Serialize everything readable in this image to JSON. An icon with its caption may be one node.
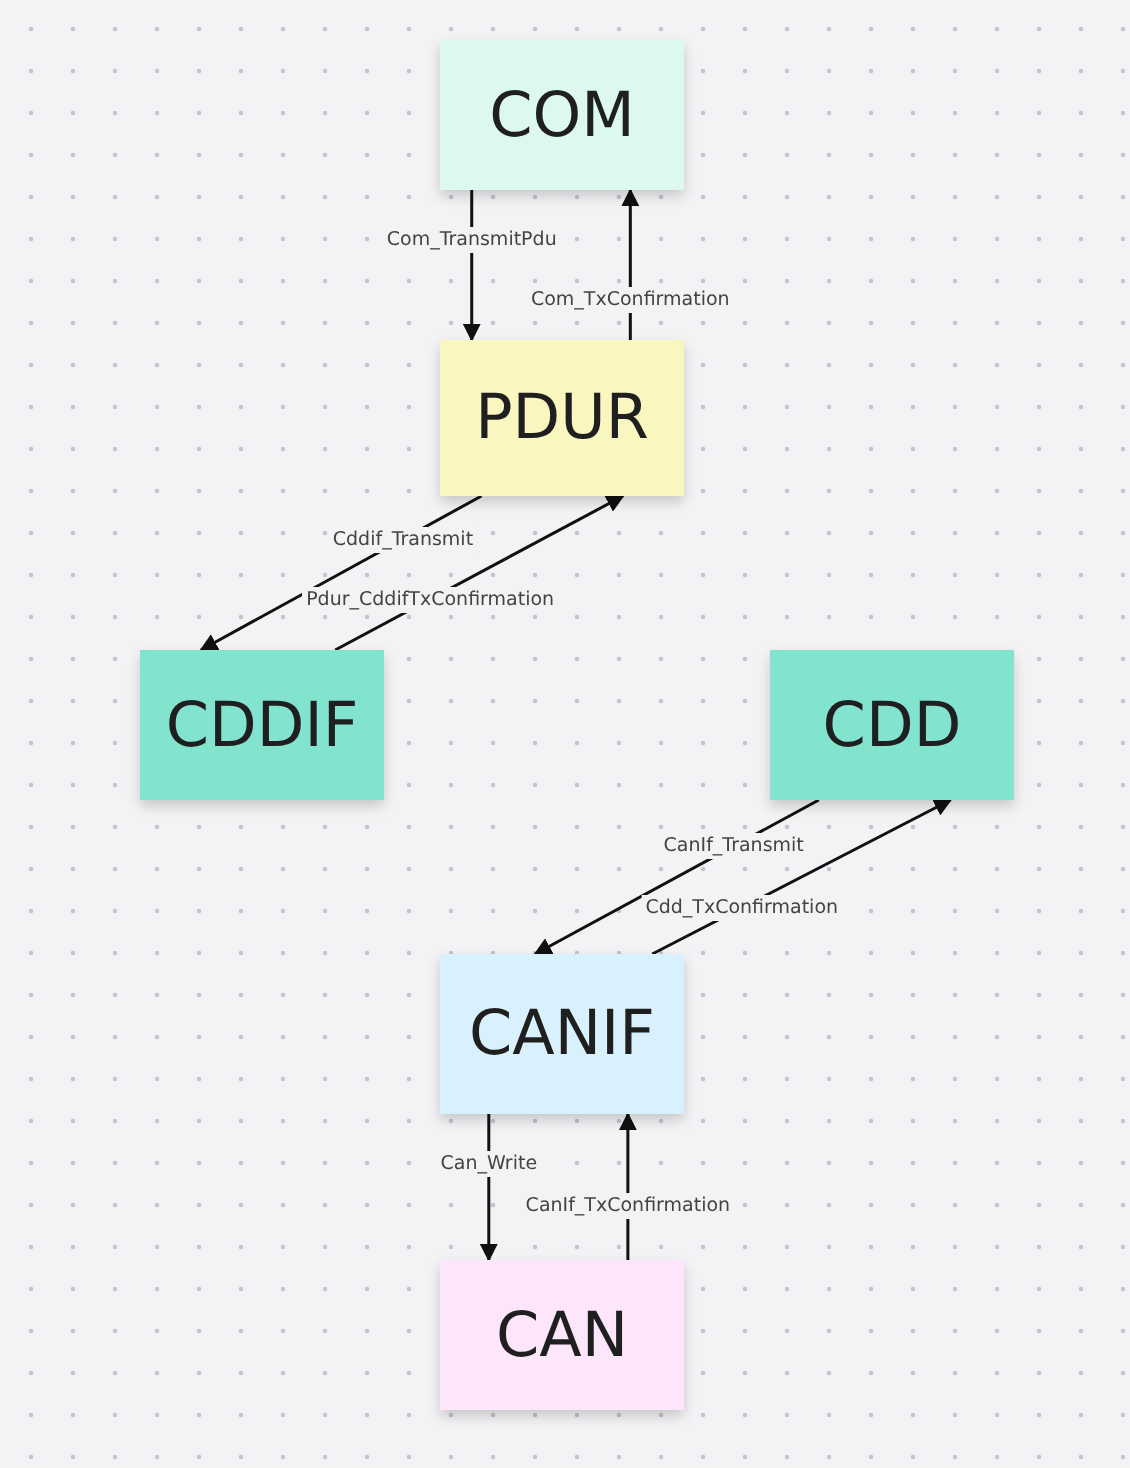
{
  "diagram": {
    "nodes": [
      {
        "text": [
          "COM"
        ]
      },
      {
        "text": [
          "PDUR"
        ]
      },
      {
        "text": [
          "CDDIF"
        ]
      },
      {
        "text": [
          "CDD"
        ]
      },
      {
        "text": [
          "CANIF"
        ]
      },
      {
        "text": [
          "CAN"
        ]
      }
    ],
    "edges": [
      {
        "from": 0,
        "to": 1,
        "arrow": "to",
        "label": "Com_TransmitPdu"
      },
      {
        "from": 1,
        "to": 0,
        "arrow": "to",
        "label": "Com_TxConfirmation"
      },
      {
        "from": 1,
        "to": 2,
        "arrow": "to",
        "label": "Cddif_Transmit"
      },
      {
        "from": 2,
        "to": 1,
        "arrow": "to",
        "label": "Pdur_CddifTxConfirmation"
      },
      {
        "from": 3,
        "to": 4,
        "arrow": "to",
        "label": "CanIf_Transmit"
      },
      {
        "from": 4,
        "to": 3,
        "arrow": "to",
        "label": "Cdd_TxConfirmation"
      },
      {
        "from": 4,
        "to": 5,
        "arrow": "to",
        "label": "Can_Write"
      },
      {
        "from": 5,
        "to": 4,
        "arrow": "to",
        "label": "CanIf_TxConfirmation"
      }
    ]
  }
}
